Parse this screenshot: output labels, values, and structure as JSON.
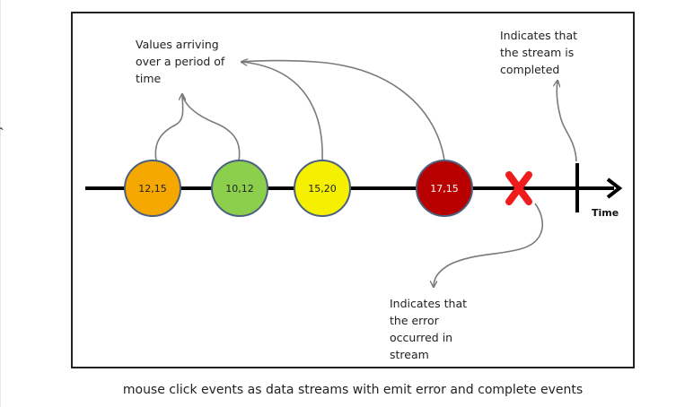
{
  "figure": {
    "annotations": {
      "values_arriving": "Values arriving\nover a period of\ntime",
      "stream_completed": "Indicates that\nthe stream is\ncompleted",
      "error_occurred": "Indicates that\nthe error\noccurred in\nstream"
    },
    "axis_label": "Time",
    "events": [
      {
        "label": "12,15",
        "color": "#f5a800"
      },
      {
        "label": "10,12",
        "color": "#8ccf4d"
      },
      {
        "label": "15,20",
        "color": "#f4f000"
      },
      {
        "label": "17,15",
        "color": "#b80000"
      }
    ],
    "error_marker": {
      "color": "#ee1c1c",
      "icon": "x-cross-icon"
    },
    "completion_marker": {
      "icon": "vertical-bar-icon"
    }
  },
  "caption": "mouse click events as data streams with emit error and complete events"
}
